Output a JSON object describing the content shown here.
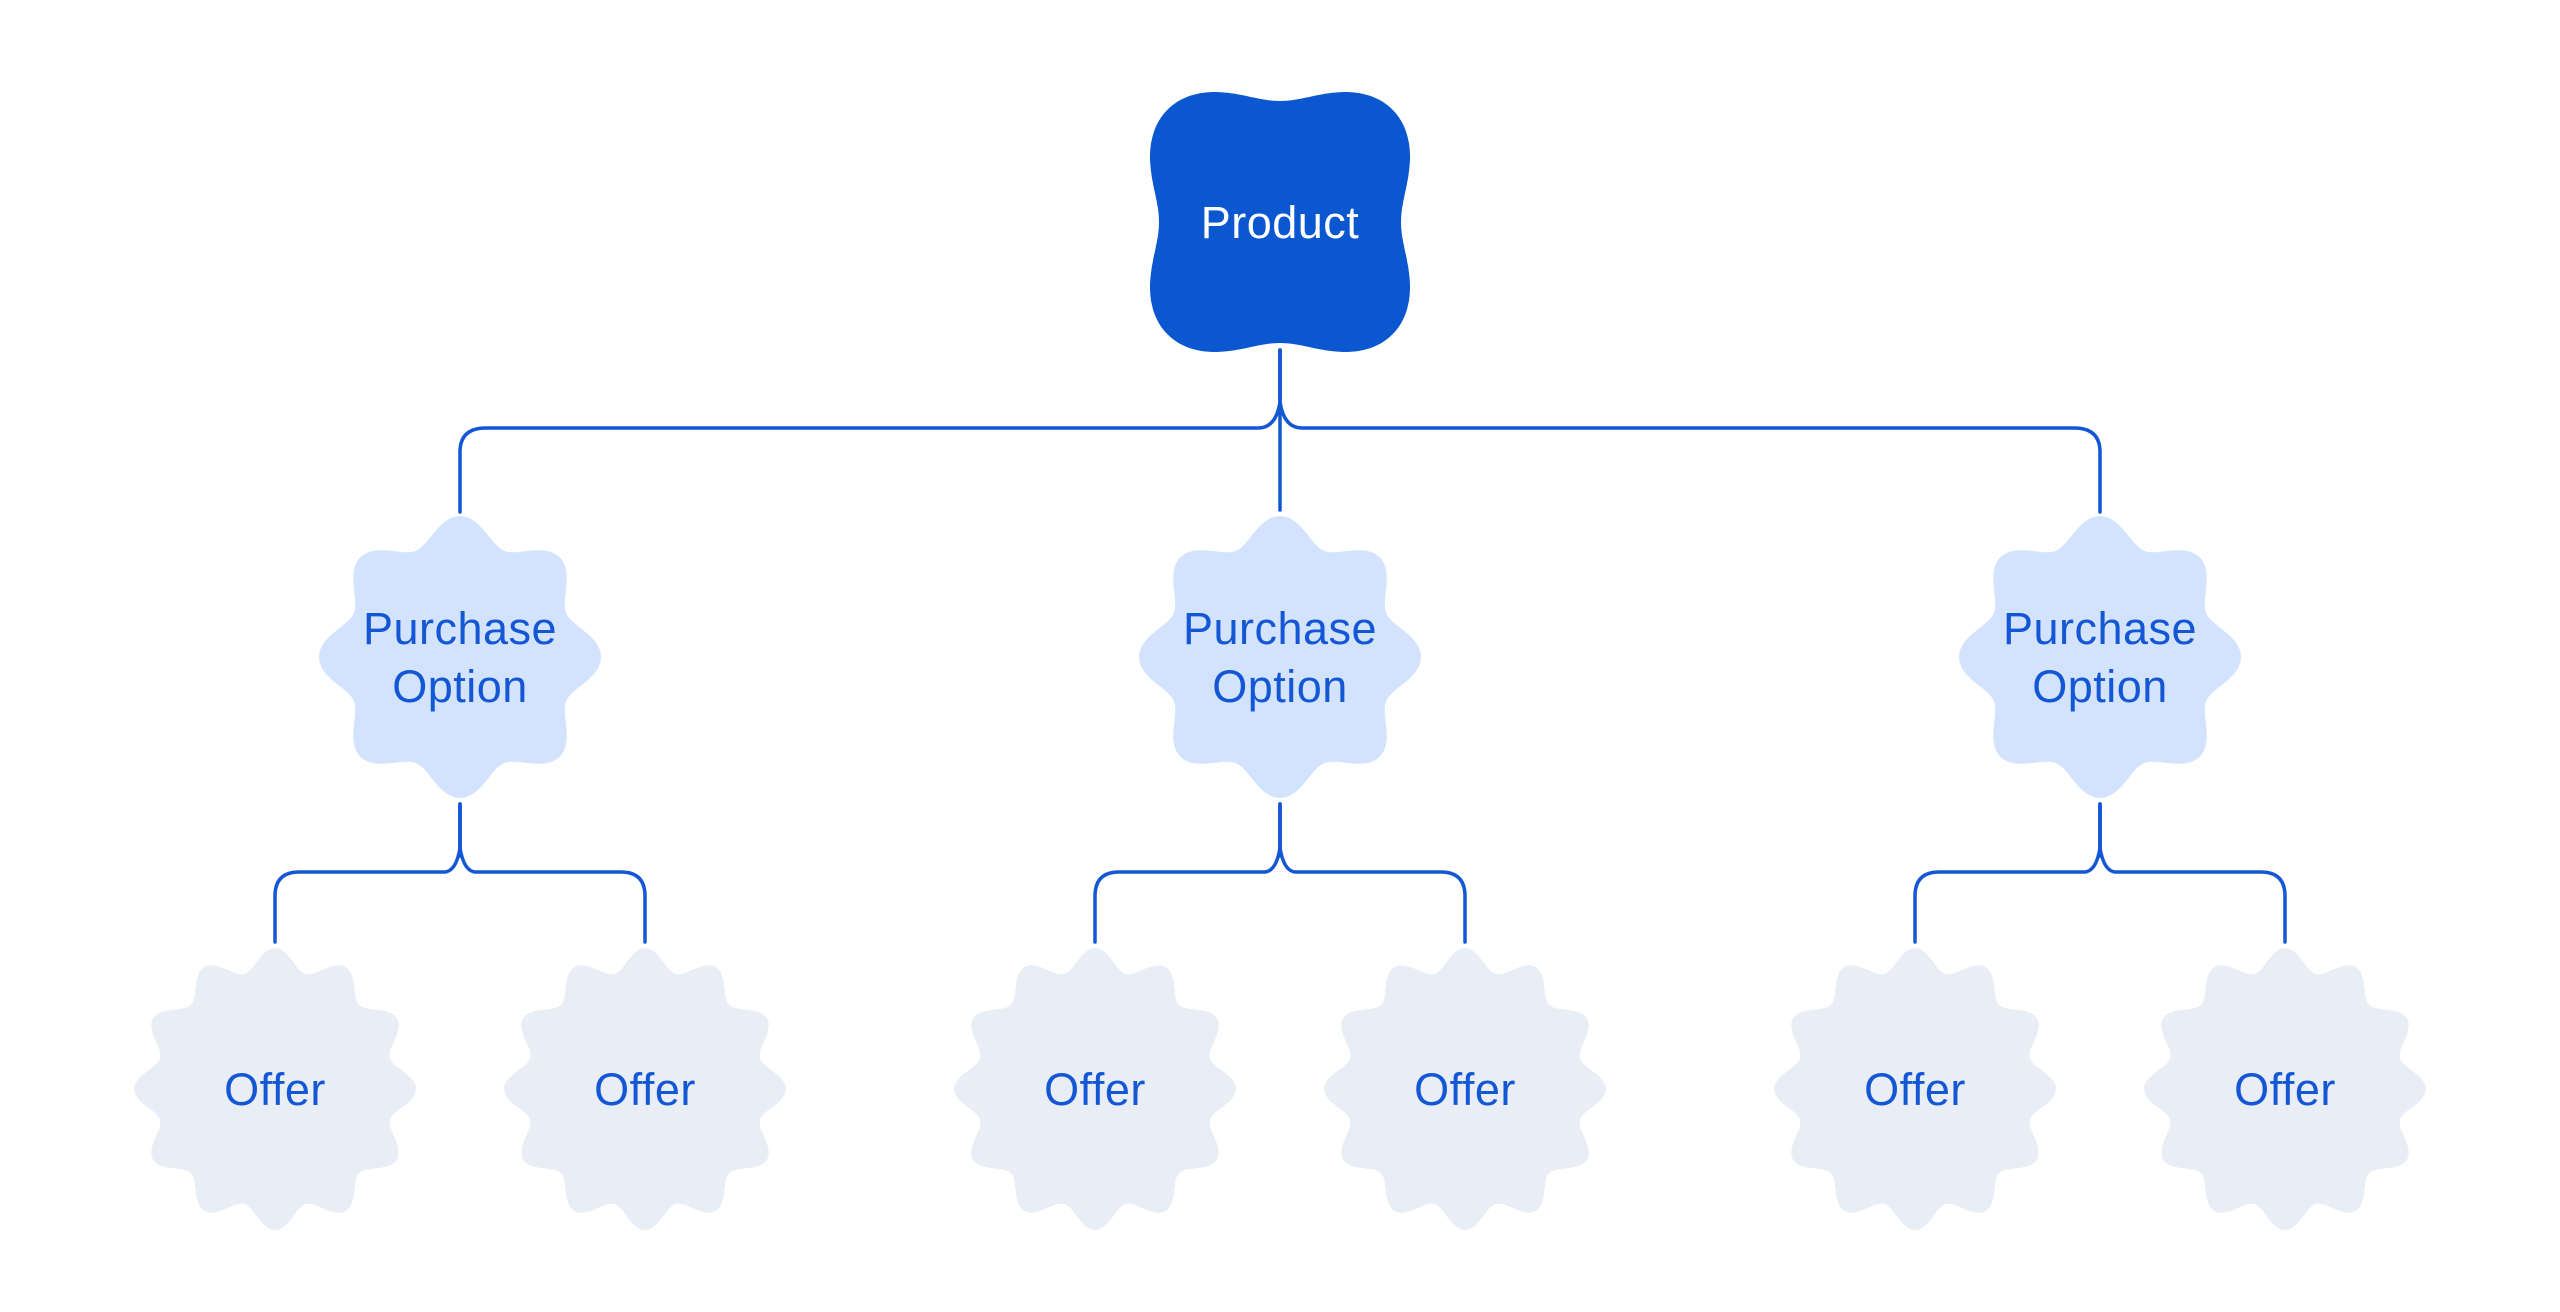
{
  "diagram": {
    "type": "tree",
    "background": "#ffffff",
    "colors": {
      "product_fill": "#0b57d0",
      "product_text": "#ffffff",
      "purchase_option_fill": "#d3e3fd",
      "offer_fill": "#e8edf6",
      "node_text": "#1457d5",
      "connector": "#1457d5"
    },
    "root": {
      "label": "Product"
    },
    "purchase_options": [
      {
        "label": "Purchase Option",
        "lines": [
          "Purchase",
          "Option"
        ],
        "offers": [
          {
            "label": "Offer"
          },
          {
            "label": "Offer"
          }
        ]
      },
      {
        "label": "Purchase Option",
        "lines": [
          "Purchase",
          "Option"
        ],
        "offers": [
          {
            "label": "Offer"
          },
          {
            "label": "Offer"
          }
        ]
      },
      {
        "label": "Purchase Option",
        "lines": [
          "Purchase",
          "Option"
        ],
        "offers": [
          {
            "label": "Offer"
          },
          {
            "label": "Offer"
          }
        ]
      }
    ]
  }
}
